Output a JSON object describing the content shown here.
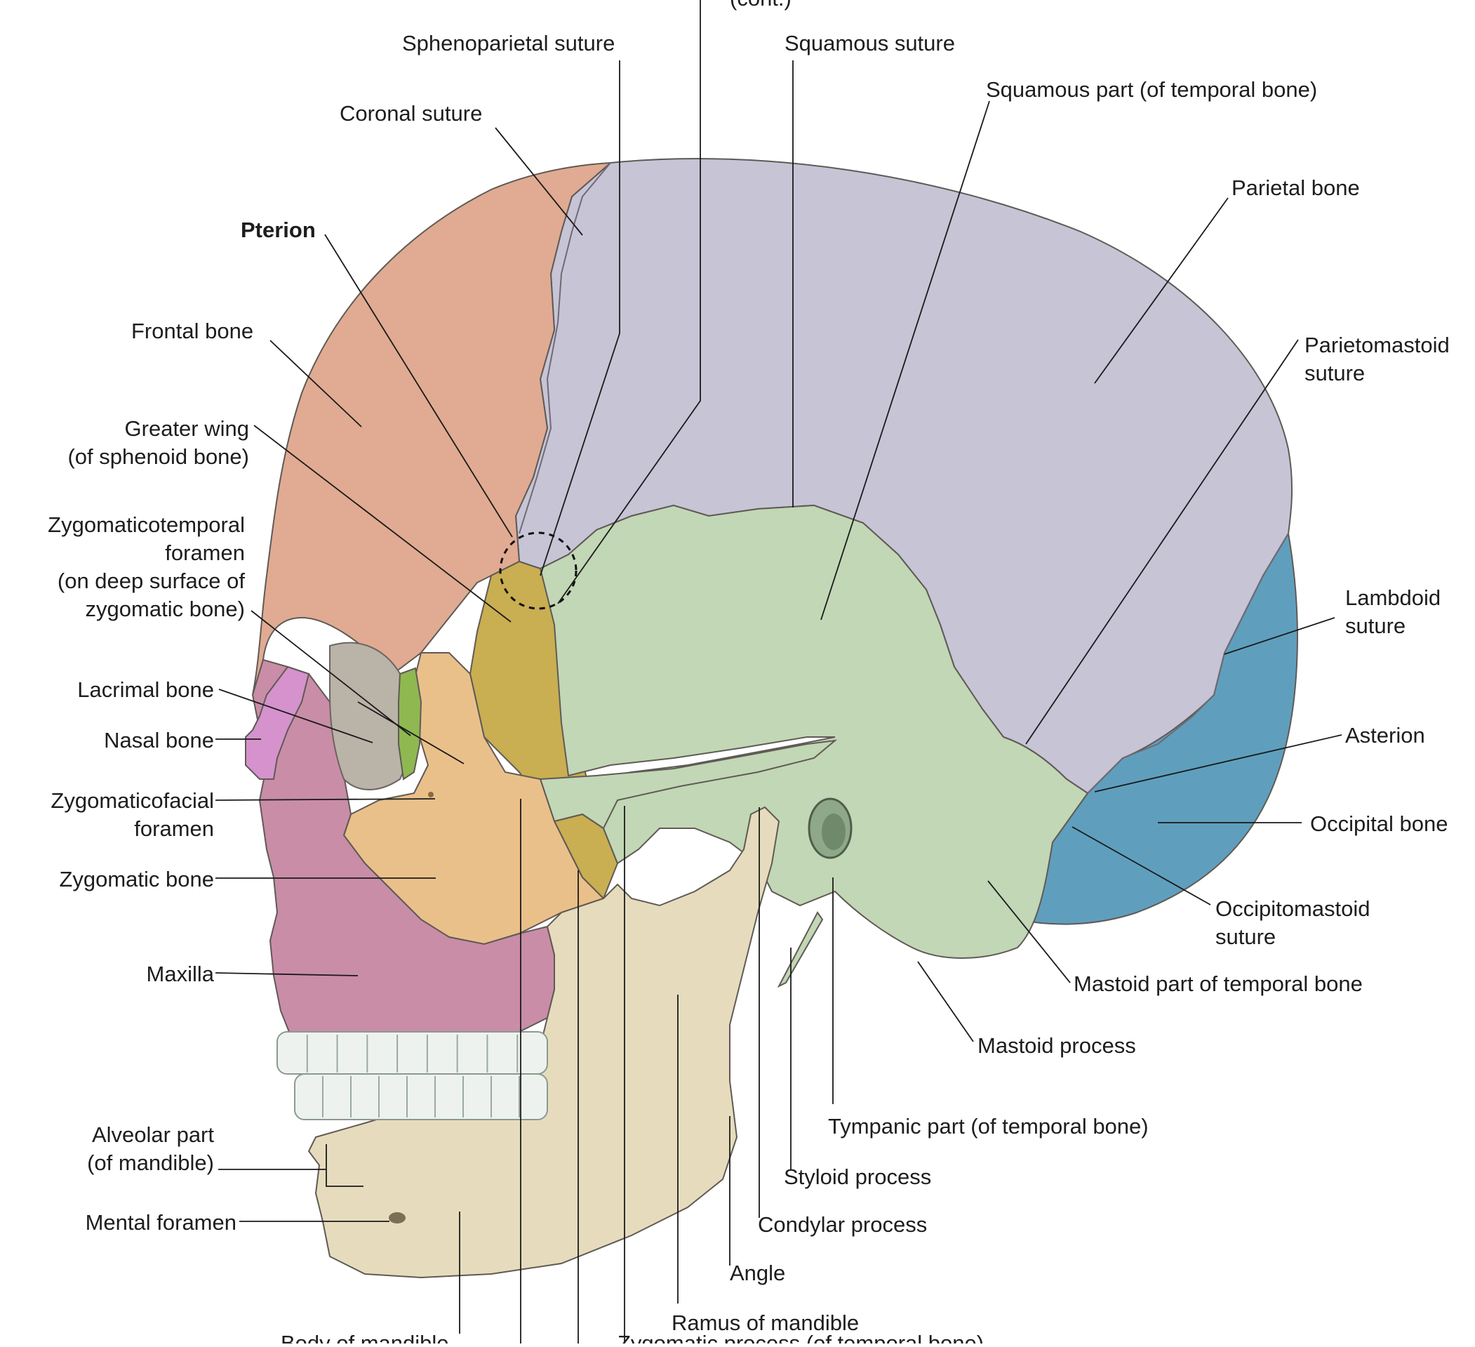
{
  "colors": {
    "frontal": "#e0ab92",
    "parietal": "#c7c4d6",
    "temporal": "#c2d7b5",
    "occipital": "#5f9fbd",
    "sphenoid": "#c9ae52",
    "zygomatic": "#eac08a",
    "maxilla": "#c98da7",
    "nasal": "#d592cc",
    "lacrimal": "#8fb851",
    "mandible": "#e6dcbd",
    "teeth": "#eef2ee",
    "orbit_shadow": "#b9b3a8",
    "label": "#1d1d1d",
    "leader": "#1a1a1a"
  },
  "labels": {
    "top_cut": "(cont.)",
    "sphenoparietal_suture": "Sphenoparietal suture",
    "squamous_suture": "Squamous suture",
    "squamous_part": "Squamous part (of temporal bone)",
    "coronal_suture": "Coronal suture",
    "parietal_bone": "Parietal bone",
    "pterion": "Pterion",
    "frontal_bone": "Frontal bone",
    "parietomastoid_1": "Parietomastoid",
    "parietomastoid_2": "suture",
    "greater_wing_1": "Greater wing",
    "greater_wing_2": "(of sphenoid bone)",
    "zygomaticotemporal_1": "Zygomaticotemporal",
    "zygomaticotemporal_2": "foramen",
    "zygomaticotemporal_3": "(on deep surface of",
    "zygomaticotemporal_4": "zygomatic bone)",
    "lambdoid_1": "Lambdoid",
    "lambdoid_2": "suture",
    "lacrimal_bone": "Lacrimal bone",
    "nasal_bone": "Nasal bone",
    "asterion": "Asterion",
    "zygomaticofacial_1": "Zygomaticofacial",
    "zygomaticofacial_2": "foramen",
    "occipital_bone": "Occipital bone",
    "zygomatic_bone": "Zygomatic bone",
    "occipitomastoid_1": "Occipitomastoid",
    "occipitomastoid_2": "suture",
    "maxilla": "Maxilla",
    "mastoid_part": "Mastoid part of temporal bone",
    "mastoid_process": "Mastoid process",
    "tympanic_part": "Tympanic part (of temporal bone)",
    "alveolar_1": "Alveolar part",
    "alveolar_2": "(of mandible)",
    "styloid_process": "Styloid process",
    "mental_foramen": "Mental foramen",
    "condylar_process": "Condylar process",
    "angle": "Angle",
    "ramus": "Ramus of mandible",
    "body_of_mandible": "Body of mandible",
    "zygomatic_process": "Zygomatic process (of temporal bone)"
  }
}
